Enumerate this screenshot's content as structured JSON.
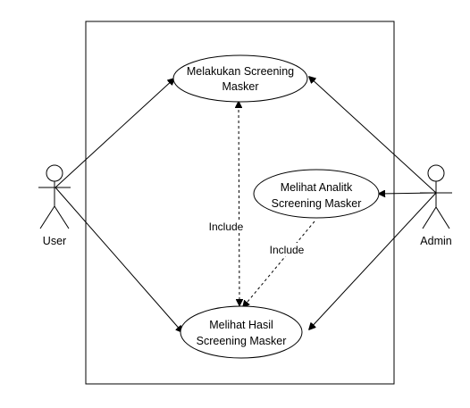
{
  "actors": {
    "user": {
      "label": "User"
    },
    "admin": {
      "label": "Admin"
    }
  },
  "use_cases": {
    "screening": {
      "line1": "Melakukan Screening",
      "line2": "Masker"
    },
    "analitik": {
      "line1": "Melihat Analitk",
      "line2": "Screening Masker"
    },
    "hasil": {
      "line1": "Melihat Hasil",
      "line2": "Screening Masker"
    }
  },
  "relations": {
    "include_left": "Include",
    "include_right": "Include"
  },
  "colors": {
    "stroke": "#000000",
    "background": "#ffffff"
  }
}
